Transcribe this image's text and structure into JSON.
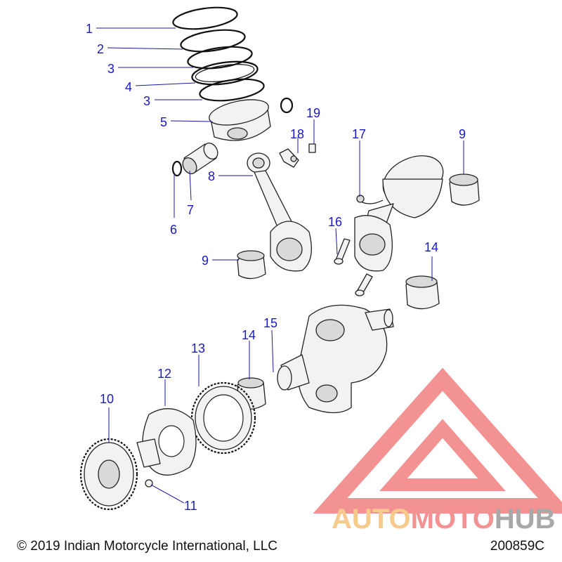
{
  "copyright": "© 2019 Indian Motorcycle International, LLC",
  "diagram_number": "200859C",
  "watermark": {
    "brand_part_1": "AUTO",
    "brand_part_2": "MOTO",
    "brand_part_3": "HUB",
    "color_orange": "#f5c07a",
    "color_red": "#f08080",
    "color_gray": "#9a9a9a"
  },
  "callouts": [
    {
      "id": "c1",
      "label": "1"
    },
    {
      "id": "c2",
      "label": "2"
    },
    {
      "id": "c3a",
      "label": "3"
    },
    {
      "id": "c4",
      "label": "4"
    },
    {
      "id": "c3b",
      "label": "3"
    },
    {
      "id": "c5",
      "label": "5"
    },
    {
      "id": "c6",
      "label": "6"
    },
    {
      "id": "c7",
      "label": "7"
    },
    {
      "id": "c8",
      "label": "8"
    },
    {
      "id": "c9a",
      "label": "9"
    },
    {
      "id": "c9b",
      "label": "9"
    },
    {
      "id": "c10",
      "label": "10"
    },
    {
      "id": "c11",
      "label": "11"
    },
    {
      "id": "c12",
      "label": "12"
    },
    {
      "id": "c13",
      "label": "13"
    },
    {
      "id": "c14a",
      "label": "14"
    },
    {
      "id": "c14b",
      "label": "14"
    },
    {
      "id": "c15",
      "label": "15"
    },
    {
      "id": "c16",
      "label": "16"
    },
    {
      "id": "c17",
      "label": "17"
    },
    {
      "id": "c18",
      "label": "18"
    },
    {
      "id": "c19",
      "label": "19"
    }
  ]
}
